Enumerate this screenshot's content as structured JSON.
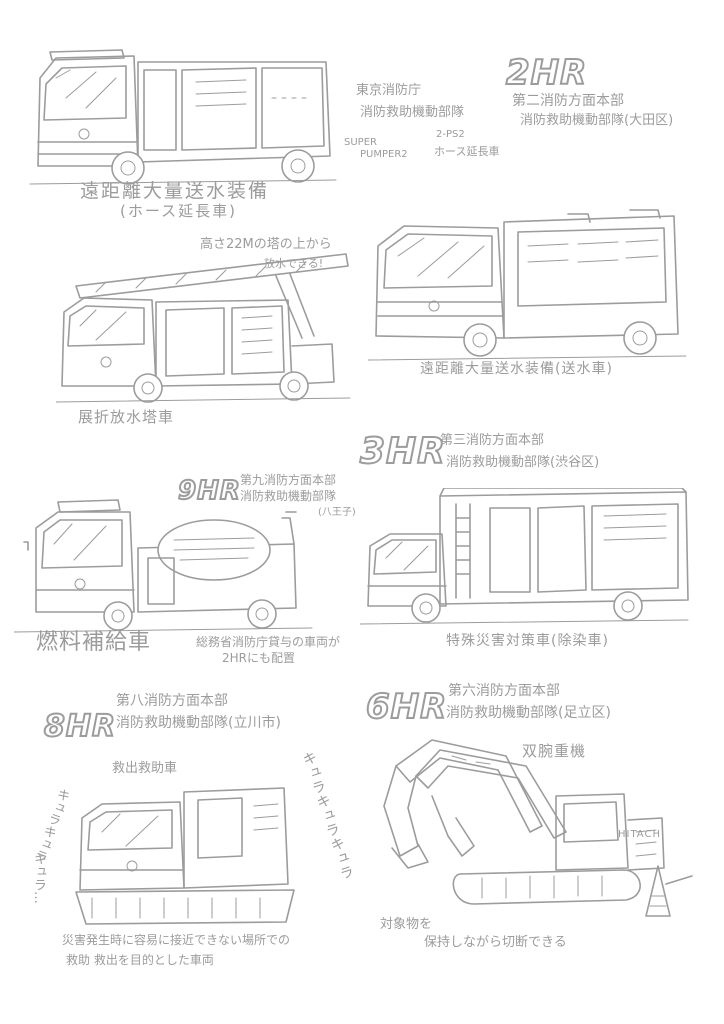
{
  "colors": {
    "ink": "#9c9c9c",
    "paper": "#ffffff"
  },
  "sections": {
    "hr2": {
      "unit": "2HR",
      "hq": "第二消防方面本部",
      "team": "消防救助機動部隊(大田区)",
      "top_note_1": "東京消防庁",
      "top_note_2": "消防救助機動部隊",
      "super": "SUPER",
      "pumper": "PUMPER2",
      "ps2": "2-PS2",
      "hose_ext": "ホース延長車",
      "truck1_caption_1": "遠距離大量送水装備",
      "truck1_caption_2": "(ホース延長車)",
      "truck2_caption": "遠距離大量送水装備(送水車)"
    },
    "tower": {
      "note_1": "高さ22Mの塔の上から",
      "note_2": "放水できる!",
      "caption": "展折放水塔車"
    },
    "hr3": {
      "unit": "3HR",
      "hq": "第三消防方面本部",
      "team": "消防救助機動部隊(渋谷区)",
      "caption": "特殊災害対策車(除染車)"
    },
    "hr9": {
      "unit": "9HR",
      "hq": "第九消防方面本部",
      "team_1": "消防救助機動部隊",
      "team_2": "(八王子)",
      "caption": "燃料補給車",
      "note_1": "総務省消防庁貸与の車両が",
      "note_2": "2HRにも配置"
    },
    "hr8": {
      "unit": "8HR",
      "hq": "第八消防方面本部",
      "team": "消防救助機動部隊(立川市)",
      "caption": "救出救助車",
      "sfx_1": "キュラキュラキュラ",
      "sfx_2": "キュラキュラ",
      "sfx_3": "キュラ…",
      "note_1": "災害発生時に容易に接近できない場所での",
      "note_2": "救助 救出を目的とした車両"
    },
    "hr6": {
      "unit": "6HR",
      "hq": "第六消防方面本部",
      "team": "消防救助機動部隊(足立区)",
      "caption": "双腕重機",
      "brand": "HITACHI",
      "note_1": "対象物を",
      "note_2": "保持しながら切断できる"
    }
  }
}
